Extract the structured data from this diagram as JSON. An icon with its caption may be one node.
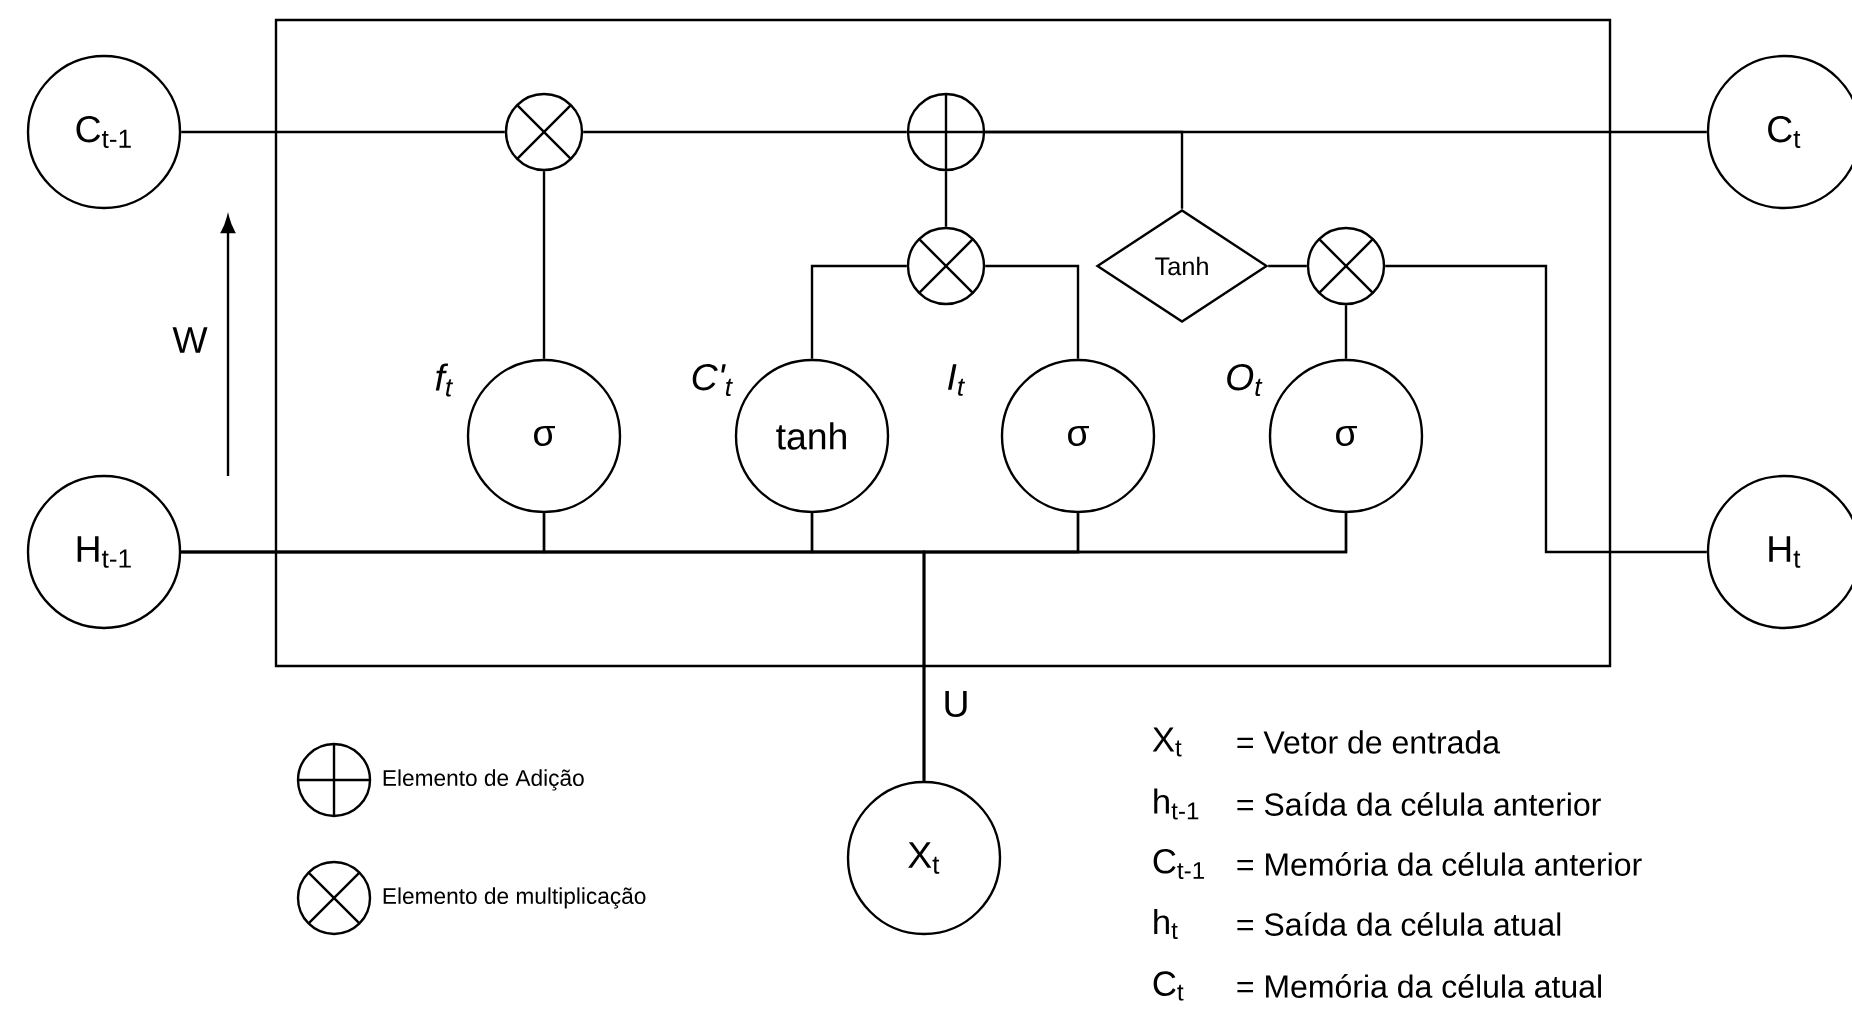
{
  "diagram": {
    "nodes": [
      {
        "text": [],
        "shape": "box"
      },
      {
        "text": [
          "C$_{t-1}$"
        ]
      },
      {
        "text": [
          "H$_{t-1}$"
        ]
      },
      {
        "text": [
          "C$_{t}$"
        ]
      },
      {
        "text": [
          "H$_{t}$"
        ]
      },
      {
        "text": [
          "X$_{t}$"
        ]
      },
      {
        "text": [],
        "shape": "circle",
        "in": 0
      },
      {
        "text": [],
        "shape": "circle",
        "in": 0
      },
      {
        "text": [],
        "shape": "circle",
        "in": 0
      },
      {
        "text": [
          "σ"
        ],
        "beside": [
          "f$_{t}$"
        ],
        "in": 0
      },
      {
        "text": [
          "tanh"
        ],
        "beside": [
          "C'$_{t}$"
        ],
        "in": 0
      },
      {
        "text": [
          "σ"
        ],
        "beside": [
          "I$_{t}$"
        ],
        "in": 0
      },
      {
        "text": [
          "Tanh"
        ],
        "in": 0
      },
      {
        "text": [],
        "shape": "circle",
        "in": 0
      },
      {
        "text": [
          "σ"
        ],
        "beside": [
          "O$_{t}$"
        ],
        "in": 0
      }
    ],
    "edges": [
      {
        "from": 1,
        "to": 6,
        "arrow": "none"
      },
      {
        "from": 6,
        "to": 7,
        "arrow": "none"
      },
      {
        "from": 7,
        "to": 3,
        "arrow": "none"
      },
      {
        "from": 9,
        "to": 6,
        "arrow": "none"
      },
      {
        "from": 8,
        "to": 7,
        "arrow": "none"
      },
      {
        "from": 10,
        "to": 8,
        "arrow": "none"
      },
      {
        "from": 11,
        "to": 8,
        "arrow": "none"
      },
      {
        "from": 7,
        "to": 12,
        "arrow": "none"
      },
      {
        "from": 12,
        "to": 13,
        "arrow": "none"
      },
      {
        "from": 14,
        "to": 13,
        "arrow": "none"
      },
      {
        "from": 13,
        "to": 4,
        "arrow": "none"
      },
      {
        "from": 2,
        "to": 9,
        "arrow": "none"
      },
      {
        "from": 2,
        "to": 10,
        "arrow": "none"
      },
      {
        "from": 2,
        "to": 11,
        "arrow": "none"
      },
      {
        "from": 2,
        "to": 14,
        "arrow": "none"
      },
      {
        "from": 5,
        "to": 9,
        "arrow": "none"
      },
      {
        "from": 5,
        "to": 10,
        "arrow": "none"
      },
      {
        "from": 5,
        "to": 11,
        "arrow": "none"
      },
      {
        "from": 5,
        "to": 14,
        "arrow": "none"
      }
    ],
    "labels": [
      "W",
      "U",
      "X$_{t}$",
      "= Vetor de entrada",
      "h$_{t-1}$",
      "= Saída da célula anterior",
      "C$_{t-1}$",
      "= Memória da célula anterior",
      "h$_{t}$",
      "= Saída da célula atual",
      "C$_{t}$",
      "= Memória da célula atual"
    ],
    "legend": [
      {
        "text": "Elemento de Adição"
      },
      {
        "text": "Elemento de multiplicação"
      }
    ]
  }
}
